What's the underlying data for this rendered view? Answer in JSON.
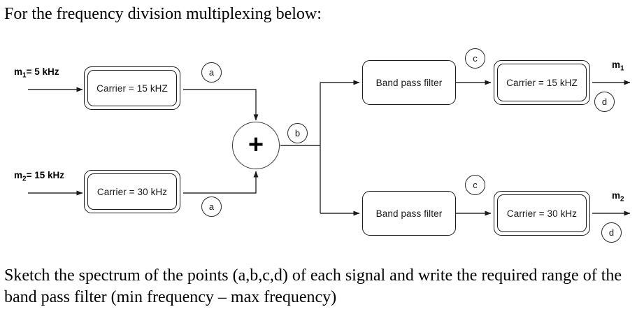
{
  "prose": {
    "intro": "For the frequency division multiplexing below:",
    "closing": "Sketch the spectrum of the points (a,b,c,d) of each signal and write the required range of the band pass filter (min frequency – max frequency)"
  },
  "colors": {
    "stroke": "#1a1a1a",
    "line": "#2b2b2b",
    "background": "#ffffff",
    "text": "#000000"
  },
  "inputs": {
    "m1": {
      "name": "m",
      "subscript": "1",
      "value": "= 5 kHz",
      "full": "m1= 5 kHz"
    },
    "m2": {
      "name": "m",
      "subscript": "2",
      "value": "= 15 kHz",
      "full": "m2= 15 kHz"
    }
  },
  "outputs": {
    "m1": {
      "name": "m",
      "subscript": "1"
    },
    "m2": {
      "name": "m",
      "subscript": "2"
    }
  },
  "modulators": {
    "top": {
      "label": "Carrier = 15 kHZ"
    },
    "bottom": {
      "label": "Carrier = 30 kHz"
    }
  },
  "filters": {
    "top": {
      "label": "Band pass filter"
    },
    "bottom": {
      "label": "Band pass filter"
    }
  },
  "demodulators": {
    "top": {
      "label": "Carrier = 15 kHZ"
    },
    "bottom": {
      "label": "Carrier = 30 kHz"
    }
  },
  "summer": {
    "symbol": "+"
  },
  "probes": {
    "a_top": "a",
    "a_bottom": "a",
    "b": "b",
    "c_top": "c",
    "c_bottom": "c",
    "d_top": "d",
    "d_bottom": "d"
  }
}
